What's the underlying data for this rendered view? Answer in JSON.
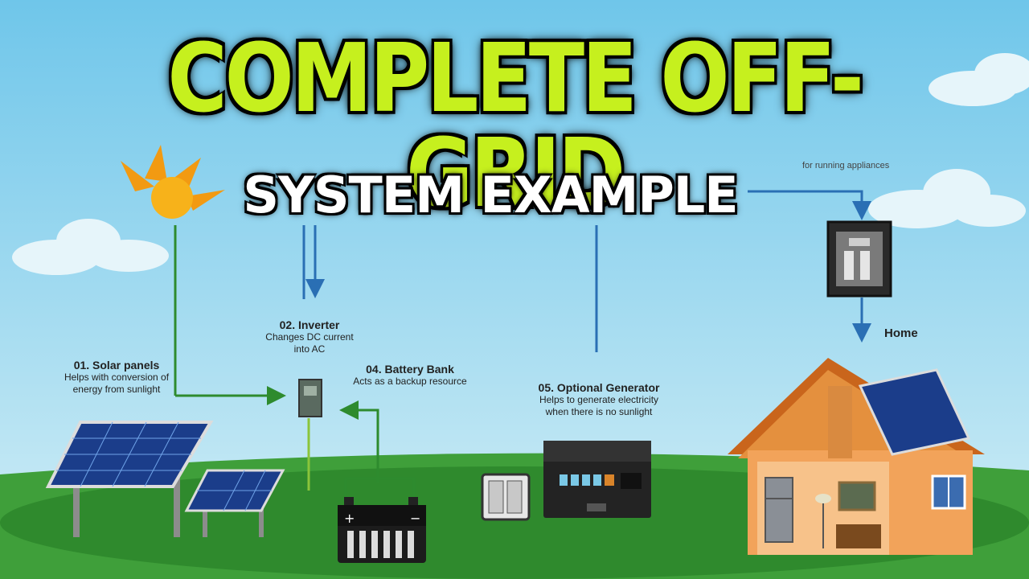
{
  "title": {
    "line1": "COMPLETE OFF-GRID",
    "line2": "SYSTEM EXAMPLE"
  },
  "components": [
    {
      "id": "solar",
      "title": "01. Solar panels",
      "desc1": "Helps with conversion of",
      "desc2": "energy from sunlight"
    },
    {
      "id": "inverter",
      "title": "02. Inverter",
      "desc1": "Changes DC current",
      "desc2": "into AC"
    },
    {
      "id": "battery",
      "title": "04. Battery Bank",
      "desc1": "Acts as a backup resource",
      "desc2": ""
    },
    {
      "id": "generator",
      "title": "05. Optional Generator",
      "desc1": "Helps to generate electricity",
      "desc2": "when there is no sunlight"
    }
  ],
  "home_label": "Home",
  "partial_label": "for running appliances",
  "colors": {
    "sky": "#a8dcef",
    "ground": "#3f9f3a",
    "title_accent": "#c6f01e",
    "arrow_green": "#2e8b2e",
    "arrow_blue": "#2a6fb4"
  }
}
